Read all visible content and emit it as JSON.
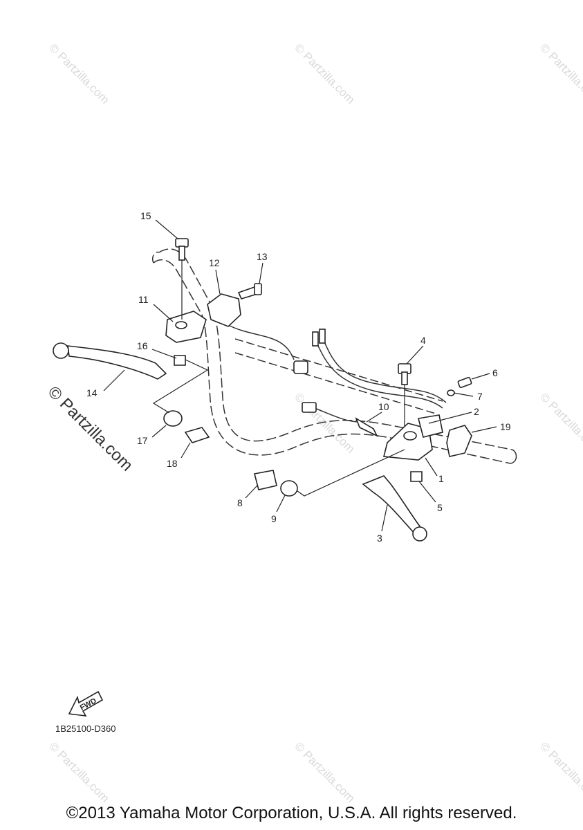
{
  "watermark": {
    "text": "© Partzilla.com",
    "large_text": "© Partzilla.com"
  },
  "parts": [
    {
      "id": "p1",
      "label": "1"
    },
    {
      "id": "p2",
      "label": "2"
    },
    {
      "id": "p3",
      "label": "3"
    },
    {
      "id": "p4",
      "label": "4"
    },
    {
      "id": "p5",
      "label": "5"
    },
    {
      "id": "p6",
      "label": "6"
    },
    {
      "id": "p7",
      "label": "7"
    },
    {
      "id": "p8",
      "label": "8"
    },
    {
      "id": "p9",
      "label": "9"
    },
    {
      "id": "p10",
      "label": "10"
    },
    {
      "id": "p11",
      "label": "11"
    },
    {
      "id": "p12",
      "label": "12"
    },
    {
      "id": "p13",
      "label": "13"
    },
    {
      "id": "p14",
      "label": "14"
    },
    {
      "id": "p15",
      "label": "15"
    },
    {
      "id": "p16",
      "label": "16"
    },
    {
      "id": "p17",
      "label": "17"
    },
    {
      "id": "p18",
      "label": "18"
    },
    {
      "id": "p19",
      "label": "19"
    }
  ],
  "fwd_label": "FWD",
  "diagram_code": "1B25100-D360",
  "copyright": "©2013 Yamaha Motor Corporation, U.S.A. All rights reserved."
}
